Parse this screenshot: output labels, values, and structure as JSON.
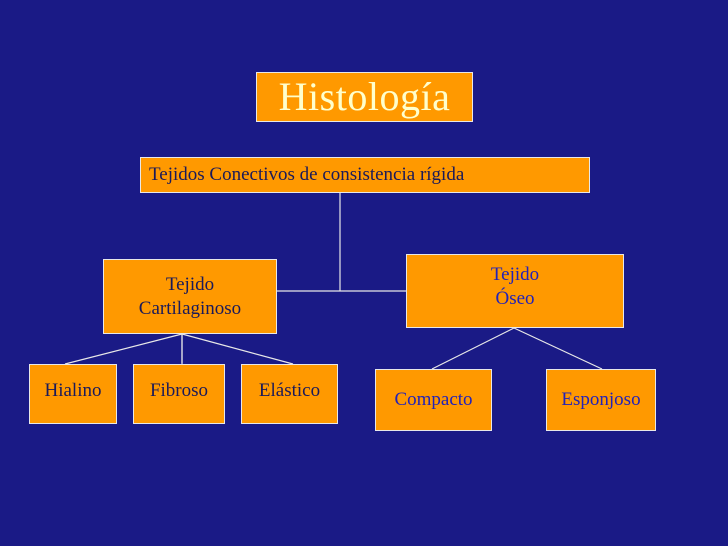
{
  "title": "Histología",
  "subtitle": "Tejidos Conectivos de consistencia rígida",
  "branches": {
    "cartilaginoso": "Tejido\nCartilaginoso",
    "oseo": "Tejido\nÓseo"
  },
  "leaves": {
    "hialino": "Hialino",
    "fibroso": "Fibroso",
    "elastico": "Elástico",
    "compacto": "Compacto",
    "esponjoso": "Esponjoso"
  },
  "colors": {
    "background": "#1a1a86",
    "box_fill": "#ff9900",
    "box_border": "#e8e8e8",
    "title_text": "#ffffcc",
    "dark_text": "#1a1a5a",
    "blue_text": "#2222b8"
  }
}
